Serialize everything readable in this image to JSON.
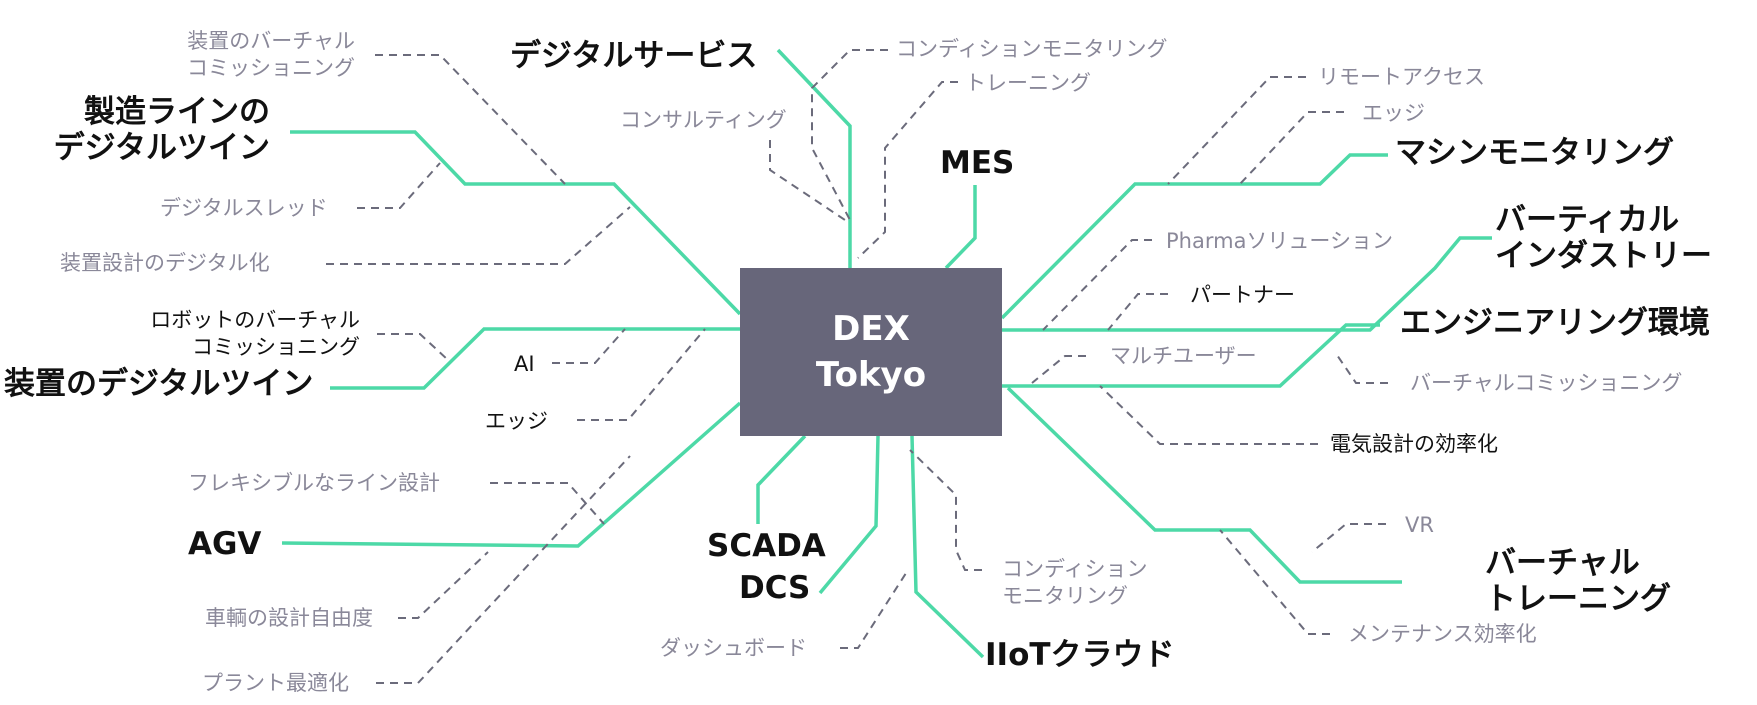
{
  "hub": {
    "title": "DEX\nTokyo"
  },
  "colors": {
    "main_link": "#4dd9a7",
    "sub_link": "#6b6b7b",
    "hub_fill": "#67667a"
  },
  "topics": {
    "digital_services": "デジタルサービス",
    "line_twin": "製造ラインの\nデジタルツイン",
    "equipment_twin": "装置のデジタルツイン",
    "agv": "AGV",
    "scada": "SCADA",
    "dcs": "DCS",
    "mes": "MES",
    "iiot_cloud": "IIoTクラウド",
    "machine_monitoring": "マシンモニタリング",
    "vertical_industry": "バーティカル\nインダストリー",
    "engineering_env": "エンジニアリング環境",
    "virtual_training": "バーチャル\nトレーニング"
  },
  "subtopics": {
    "equip_virtual_commissioning": "装置のバーチャル\nコミッショニング",
    "digital_thread": "デジタルスレッド",
    "equip_design_digitalization": "装置設計のデジタル化",
    "robot_virtual_commissioning": "ロボットのバーチャル\nコミッショニング",
    "ai": "AI",
    "edge_left": "エッジ",
    "flexible_line_design": "フレキシブルなライン設計",
    "vehicle_design_freedom": "車輌の設計自由度",
    "plant_optimization": "プラント最適化",
    "dashboard": "ダッシュボード",
    "condition_monitoring_top": "コンディションモニタリング",
    "training": "トレーニング",
    "consulting": "コンサルティング",
    "remote_access": "リモートアクセス",
    "edge_right": "エッジ",
    "pharma_solution": "Pharmaソリューション",
    "partner": "パートナー",
    "multi_user": "マルチユーザー",
    "virtual_commissioning": "バーチャルコミッショニング",
    "electrical_design_efficiency": "電気設計の効率化",
    "condition_monitoring_bottom": "コンディション\nモニタリング",
    "vr": "VR",
    "maintenance_efficiency": "メンテナンス効率化"
  }
}
